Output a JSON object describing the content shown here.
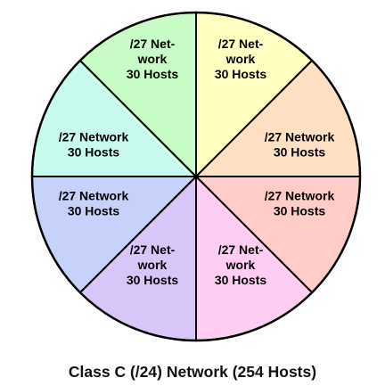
{
  "caption": "Class C (/24) Network (254 Hosts)",
  "outline_color": "#000000",
  "segments": [
    {
      "lines": [
        "/27 Net-",
        "work",
        "30 Hosts"
      ],
      "color": "#ffffc2"
    },
    {
      "lines": [
        "/27 Network",
        "30 Hosts"
      ],
      "color": "#ffe0c2"
    },
    {
      "lines": [
        "/27 Network",
        "30 Hosts"
      ],
      "color": "#ffccc8"
    },
    {
      "lines": [
        "/27 Net-",
        "work",
        "30 Hosts"
      ],
      "color": "#ffccf2"
    },
    {
      "lines": [
        "/27 Net-",
        "work",
        "30 Hosts"
      ],
      "color": "#d8c6f8"
    },
    {
      "lines": [
        "/27 Network",
        "30 Hosts"
      ],
      "color": "#c6d2fa"
    },
    {
      "lines": [
        "/27 Network",
        "30 Hosts"
      ],
      "color": "#c6fbee"
    },
    {
      "lines": [
        "/27 Net-",
        "work",
        "30 Hosts"
      ],
      "color": "#c8fcc6"
    }
  ]
}
